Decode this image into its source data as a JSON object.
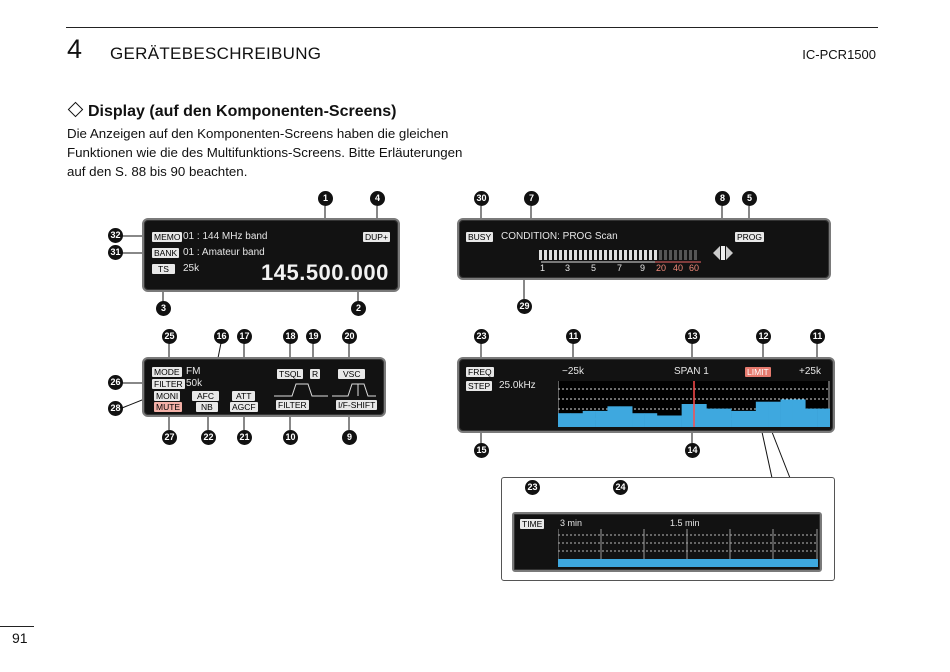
{
  "header": {
    "chapter_number": "4",
    "chapter_title": "GERÄTEBESCHREIBUNG",
    "model": "IC-PCR1500"
  },
  "section": {
    "title": "Display (auf den Komponenten-Screens)",
    "paragraph": "Die Anzeigen auf den Komponenten-Screens haben die glei­chen Funktionen wie die des Multifunktions-Screens. Bitte Er­läuterungen auf den S. 88 bis 90 beachten."
  },
  "panel_freq": {
    "memo_tag": "MEMO",
    "memo_text": "01 : 144 MHz band",
    "bank_tag": "BANK",
    "bank_text": "01 : Amateur band",
    "ts_tag": "TS",
    "ts_text": "25k",
    "dup_tag": "DUP+",
    "frequency": "145.500.000"
  },
  "panel_scan": {
    "busy_tag": "BUSY",
    "condition": "CONDITION: PROG Scan",
    "prog_tag": "PROG",
    "scale_white": [
      "1",
      "3",
      "5",
      "7",
      "9"
    ],
    "scale_red": [
      "20",
      "40",
      "60"
    ]
  },
  "panel_mode": {
    "mode_tag": "MODE",
    "mode_text": "FM",
    "filter_tag": "FILTER",
    "filter_text": "50k",
    "moni_tag": "MONI",
    "mute_tag": "MUTE",
    "afc_tag": "AFC",
    "nb_tag": "NB",
    "att_tag": "ATT",
    "agcf_tag": "AGCF",
    "tsql_tag": "TSQL",
    "r_tag": "R",
    "vsc_tag": "VSC",
    "filter2_tag": "FILTER",
    "ifshift_tag": "I/F-SHIFT"
  },
  "panel_scope": {
    "freq_tag": "FREQ",
    "step_tag": "STEP",
    "step_text": "25.0kHz",
    "left_label": "−25k",
    "center_label": "SPAN 1",
    "limit_tag": "LIMIT",
    "right_label": "+25k",
    "bar_levels": [
      0.3,
      0.3,
      0.35,
      0.35,
      0.45,
      0.45,
      0.3,
      0.3,
      0.25,
      0.25,
      0.5,
      0.5,
      0.4,
      0.4,
      0.35,
      0.35,
      0.55,
      0.55,
      0.6,
      0.6,
      0.4,
      0.4
    ]
  },
  "panel_time": {
    "time_tag": "TIME",
    "label_left": "3 min",
    "label_right": "1.5 min"
  },
  "callouts": {
    "c1": "1",
    "c2": "2",
    "c3": "3",
    "c4": "4",
    "c5": "5",
    "c7": "7",
    "c8": "8",
    "c9": "9",
    "c10": "10",
    "c11a": "11",
    "c11b": "11",
    "c12": "12",
    "c13": "13",
    "c14": "14",
    "c15": "15",
    "c16": "16",
    "c17": "17",
    "c18": "18",
    "c19": "19",
    "c20": "20",
    "c21": "21",
    "c22": "22",
    "c23a": "23",
    "c23b": "23",
    "c24": "24",
    "c25": "25",
    "c26": "26",
    "c27": "27",
    "c28": "28",
    "c29": "29",
    "c30": "30",
    "c31": "31",
    "c32": "32"
  },
  "page_number": "91"
}
